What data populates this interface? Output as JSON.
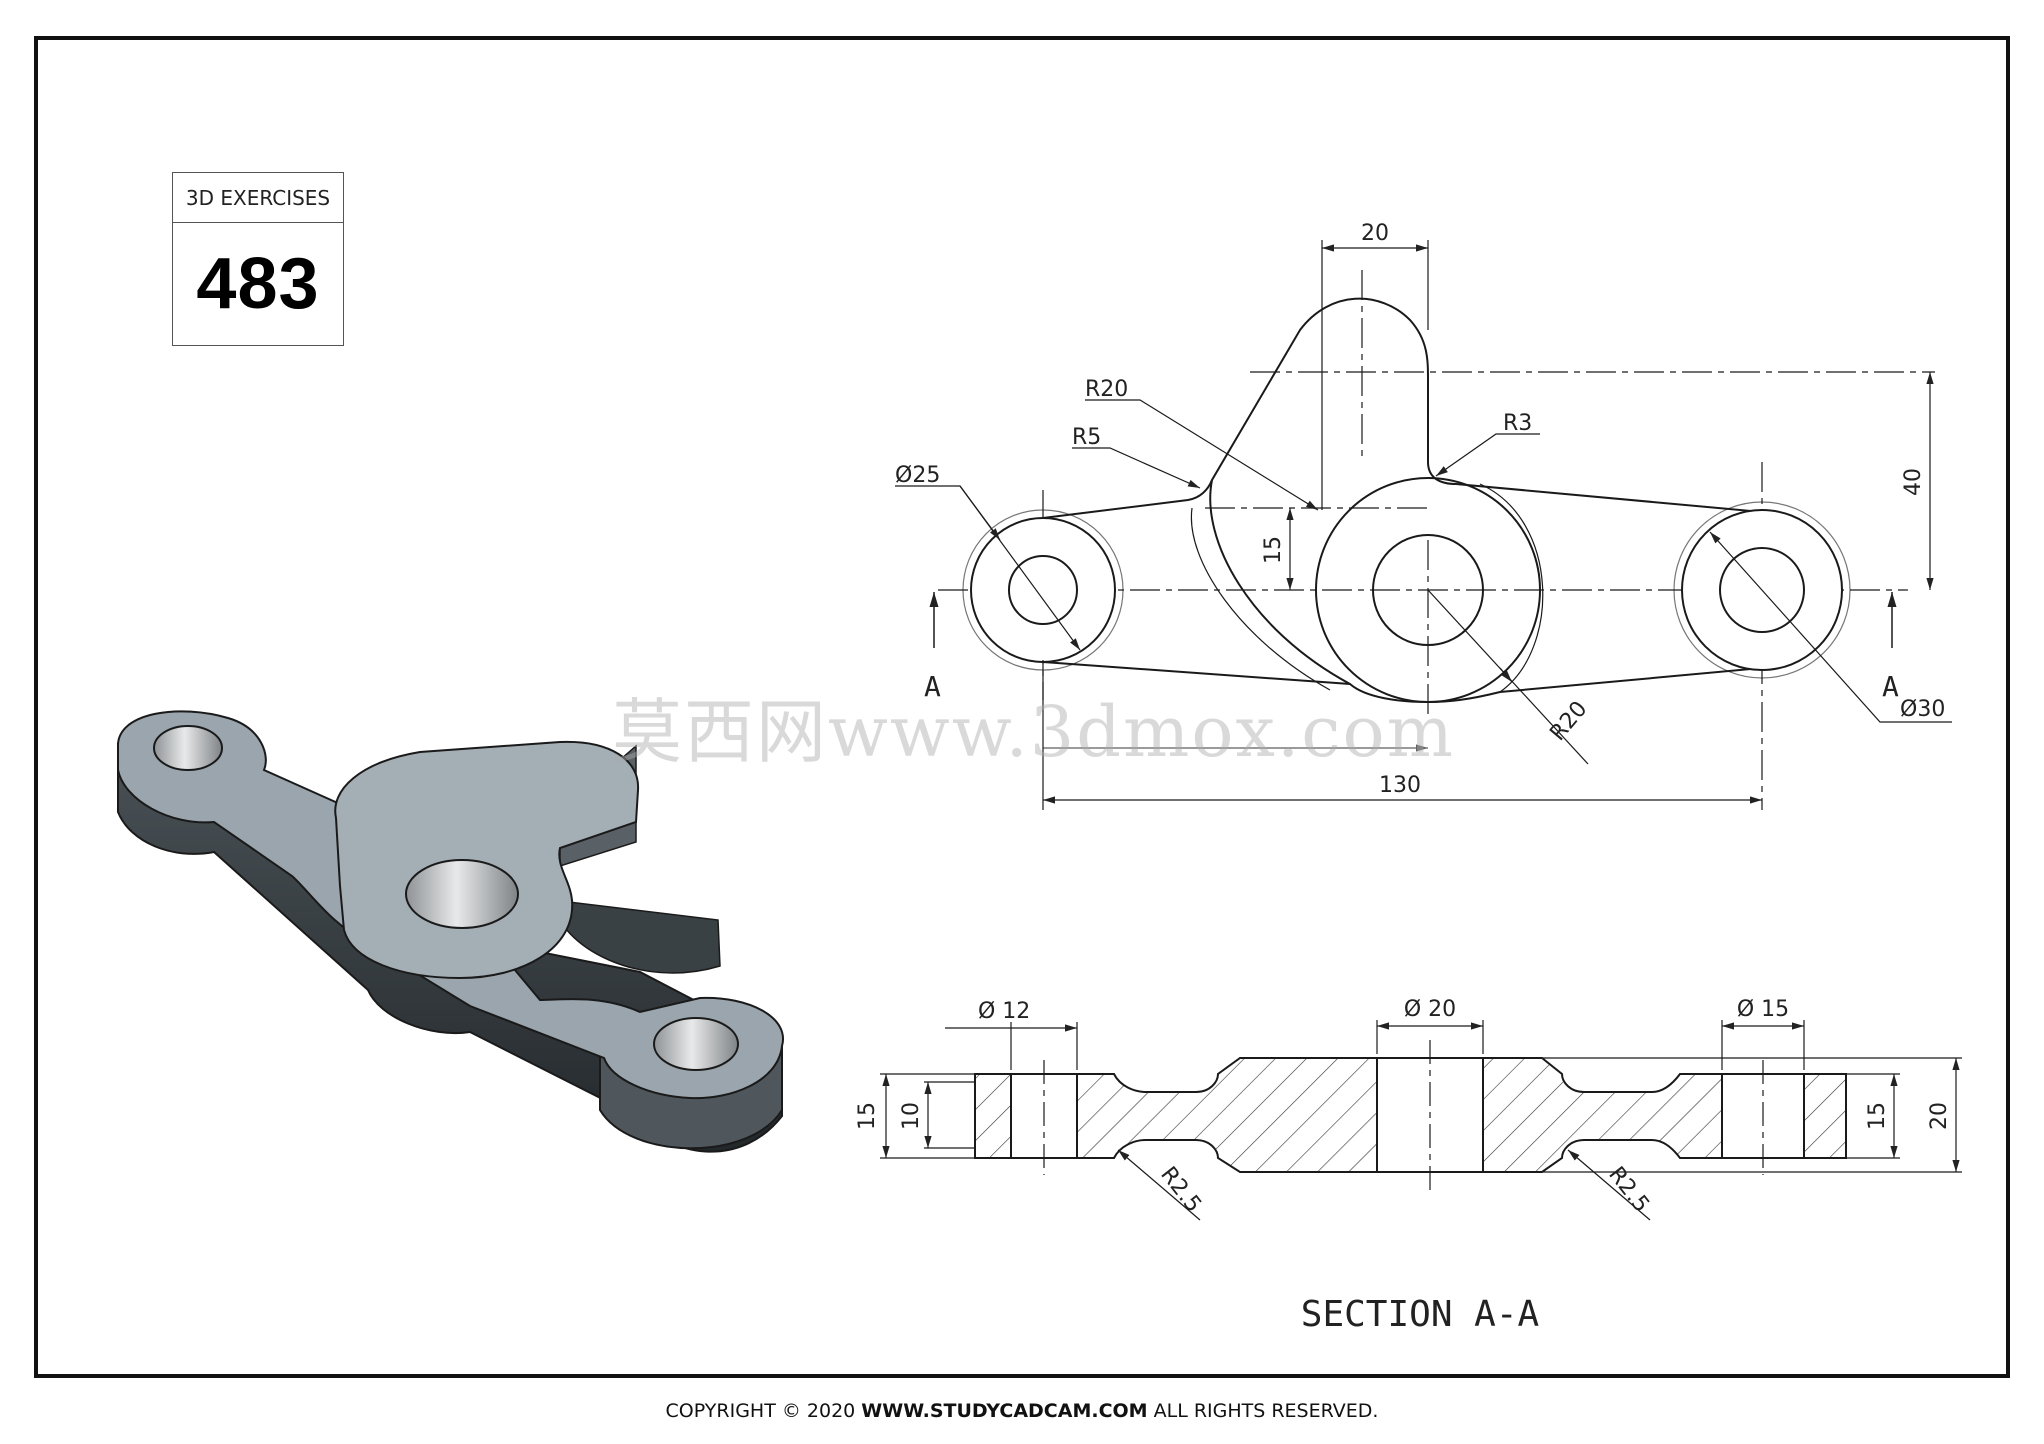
{
  "badge": {
    "title": "3D EXERCISES",
    "number": "483"
  },
  "watermark": "莫西网www.3dmox.com",
  "copyright": {
    "prefix": "COPYRIGHT © 2020 ",
    "site": "WWW.STUDYCADCAM.COM",
    "suffix": " ALL RIGHTS RESERVED."
  },
  "top_view": {
    "dims": {
      "width_top": "20",
      "r20_upper": "R20",
      "r5": "R5",
      "r3": "R3",
      "dia25": "Ø25",
      "height40": "40",
      "height15": "15",
      "r20_lower": "R20",
      "dia30": "Ø30",
      "len130": "130"
    },
    "section_marks": {
      "left": "A",
      "right": "A"
    }
  },
  "section_view": {
    "title": "SECTION A-A",
    "dims": {
      "dia12": "Ø 12",
      "dia20": "Ø 20",
      "dia15": "Ø 15",
      "left15": "15",
      "left10": "10",
      "right15": "15",
      "right20": "20",
      "r25_left": "R2.5",
      "r25_right": "R2.5"
    }
  },
  "colors": {
    "line": "#1a1a1a",
    "part_top": "#9aa5ad",
    "part_side": "#3c4348",
    "hole": "#c9ccce"
  }
}
